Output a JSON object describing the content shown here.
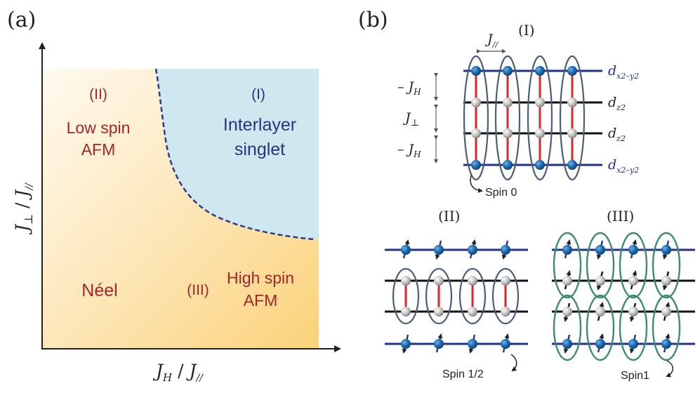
{
  "panel_a": {
    "label": "(a)",
    "x_axis": {
      "sym": "J",
      "sub": "H",
      "sep": " / ",
      "sym2": "J",
      "sub2": "//"
    },
    "y_axis": {
      "sym": "J",
      "sub": "⊥",
      "sep": " / ",
      "sym2": "J",
      "sub2": "//"
    },
    "region_I": {
      "numeral": "(I)",
      "line1": "Interlayer",
      "line2": "singlet"
    },
    "region_II": {
      "numeral": "(II)",
      "line1": "Low spin",
      "line2": "AFM"
    },
    "region_III": {
      "numeral": "(III)",
      "line1": "High spin",
      "line2": "AFM"
    },
    "region_neel": {
      "label": "Néel"
    },
    "colors": {
      "singlet": "#cfe7ef",
      "afm_warm": "#fbd27a",
      "dashed": "#2b3a8f",
      "red_text": "#a3262a",
      "blue_text": "#25357e"
    }
  },
  "panel_b": {
    "label": "(b)",
    "diagram_I": {
      "numeral": "(I)",
      "j_parallel": {
        "sym": "J",
        "sub": "//"
      },
      "left_labels": [
        {
          "prefix": "– ",
          "sym": "J",
          "sub": "H"
        },
        {
          "prefix": "",
          "sym": "J",
          "sub": "⊥"
        },
        {
          "prefix": "– ",
          "sym": "J",
          "sub": "H"
        }
      ],
      "orbital_labels": [
        {
          "sym": "d",
          "sub": "x2–y2"
        },
        {
          "sym": "d",
          "sub": "z2"
        },
        {
          "sym": "d",
          "sub": "z2"
        },
        {
          "sym": "d",
          "sub": "x2–y2"
        }
      ],
      "spin_label": "Spin 0"
    },
    "diagram_II": {
      "numeral": "(II)",
      "spin_label": "Spin 1/2"
    },
    "diagram_III": {
      "numeral": "(III)",
      "spin_label": "Spin1"
    },
    "colors": {
      "line_blue": "#22318a",
      "line_black": "#111111",
      "rung_red": "#d8262b",
      "ellipse_gray": "#4b5e79",
      "ellipse_green": "#3e8a6e",
      "atom_blue": "#1a5f9e",
      "atom_gray": "#b4b4b4"
    }
  }
}
